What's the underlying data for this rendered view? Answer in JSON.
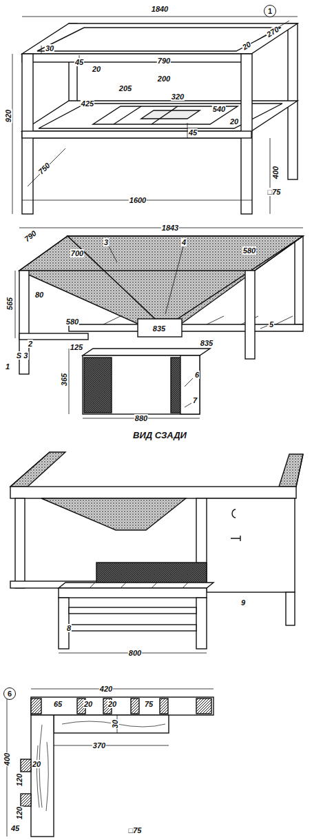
{
  "diagram": {
    "nodes": [
      {
        "text": [
          "1"
        ]
      },
      {
        "text": [
          "6"
        ]
      }
    ],
    "labels": [
      "1840",
      "270",
      "30",
      "45",
      "20",
      "20",
      "790",
      "200",
      "205",
      "425",
      "320",
      "540",
      "920",
      "45",
      "20",
      "750",
      "400",
      "1600",
      "□75",
      "1843",
      "790",
      "3",
      "4",
      "700",
      "580",
      "565",
      "80",
      "580",
      "835",
      "5",
      "835",
      "2",
      "125",
      "S 3",
      "1",
      "365",
      "6",
      "7",
      "880",
      "ВИД СЗАДИ",
      "9",
      "8",
      "800",
      "420",
      "65",
      "20",
      "20",
      "75",
      "30",
      "400",
      "370",
      "20",
      "120",
      "120",
      "45",
      "□75"
    ]
  }
}
